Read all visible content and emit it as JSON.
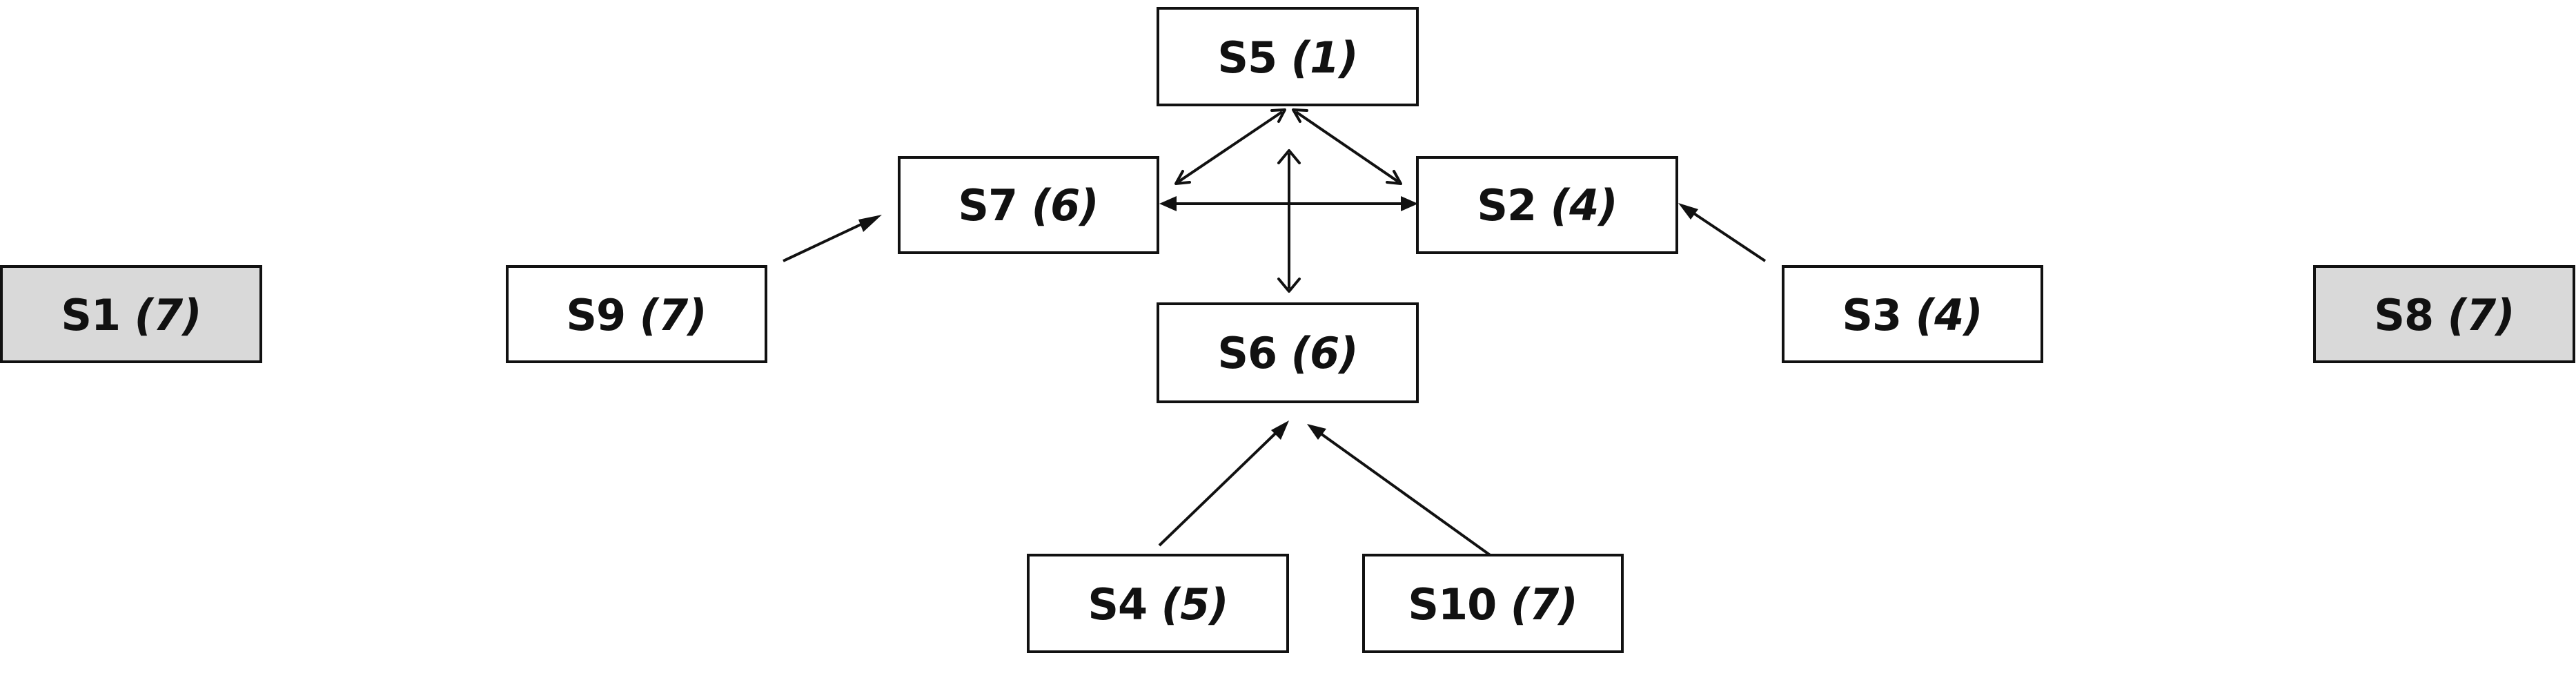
{
  "diagram": {
    "colors": {
      "node_fill_default": "#ffffff",
      "node_fill_highlight": "#d9d9d9",
      "stroke": "#111111",
      "text": "#111111"
    },
    "nodes": [
      {
        "id": "S1",
        "label": "S1",
        "value": "(7)",
        "highlighted": true
      },
      {
        "id": "S9",
        "label": "S9",
        "value": "(7)",
        "highlighted": false
      },
      {
        "id": "S7",
        "label": "S7",
        "value": "(6)",
        "highlighted": false
      },
      {
        "id": "S5",
        "label": "S5",
        "value": "(1)",
        "highlighted": false
      },
      {
        "id": "S2",
        "label": "S2",
        "value": "(4)",
        "highlighted": false
      },
      {
        "id": "S6",
        "label": "S6",
        "value": "(6)",
        "highlighted": false
      },
      {
        "id": "S3",
        "label": "S3",
        "value": "(4)",
        "highlighted": false
      },
      {
        "id": "S8",
        "label": "S8",
        "value": "(7)",
        "highlighted": true
      },
      {
        "id": "S4",
        "label": "S4",
        "value": "(5)",
        "highlighted": false
      },
      {
        "id": "S10",
        "label": "S10",
        "value": "(7)",
        "highlighted": false
      }
    ],
    "edges": [
      {
        "from": "S9",
        "to": "S7",
        "direction": "forward"
      },
      {
        "from": "S3",
        "to": "S2",
        "direction": "forward"
      },
      {
        "from": "S4",
        "to": "S6",
        "direction": "forward"
      },
      {
        "from": "S10",
        "to": "S6",
        "direction": "forward"
      },
      {
        "from": "S7",
        "to": "S2",
        "direction": "both"
      },
      {
        "from": "S5",
        "to": "S7",
        "direction": "both"
      },
      {
        "from": "S5",
        "to": "S2",
        "direction": "both"
      },
      {
        "from": "S5",
        "to": "S6",
        "direction": "both"
      }
    ]
  }
}
